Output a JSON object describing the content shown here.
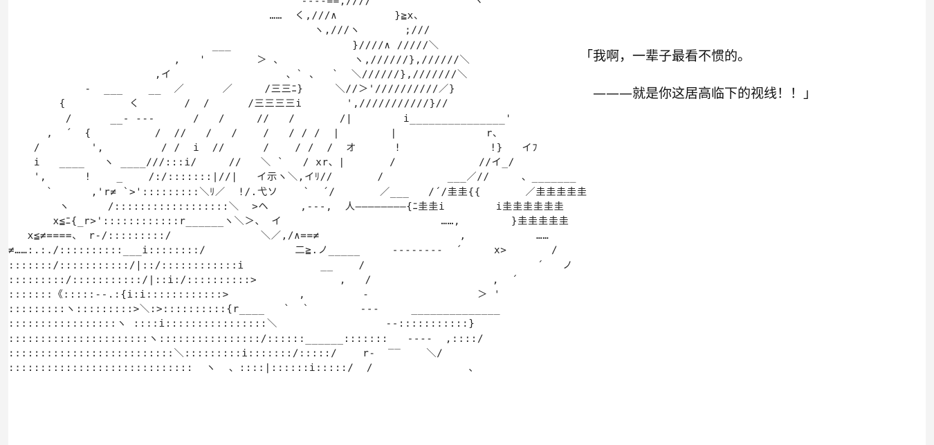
{
  "ascii_art": [
    "                                              ----==,////                ヽ",
    "                                         ……  く,///∧         }≧x、",
    "                                                ヽ,///ヽ       ;///",
    "                                ___                   }////∧ /////＼",
    "                          ,   '        ＞ 、           ヽ,//////},//////＼",
    "                       ,イ                  、` 、  `  ＼//////},///////＼",
    "            -  ___    __  ／      ／     /三三ﾆ}     ＼//＞'//////////／}",
    "        {          く       /  /      /三三三三i       ',///////////}//",
    "         /      __- ---      /   /     //   /       /|        i_______________'",
    "      ,  ´  {          /  //   /   /    /   / / /  |        |              r、",
    "    /        ',         / /  i  //      /    / /  /  オ      !              !}   イﾌ",
    "    i   ____   ヽ ____///:::i/     //   ＼ `   / xr、|       /             //イ_/",
    "    ',      !    _    /:/:::::::|//|   イ示ヽ＼,イﾘ//       /          ___／//     、_______",
    "      `      ,'r≠ `>':::::::::＼ﾘ／  !/.弋ソ    `  ´/       ／___   /´/圭圭{{       ／圭圭圭圭圭",
    "        ヽ      /::::::::::::::::::＼  >ヘ     ,---,  人――――――――{ﾆ圭圭i        i圭圭圭圭圭圭",
    "       x≦ﾆ{_r>'::::::::::::r______ヽ＼＞、 イ                         ……,        }圭圭圭圭圭",
    "   x≦≠====、 r-/:::::::::/              ＼／,/∧==≠                      ,           ……",
    "≠……:.:./::::::::::___i::::::::/              二≧.ノ_____     --------  ´     x>       /",
    ":::::::/:::::::::::/|::/::::::::::::i            __    /                           ´   ノ",
    ":::::::::/:::::::::::/|::i:/::::::::::>             ,   /                   ,  ´",
    ":::::::《:::::--.:{i:i::::::::::::>           ,         -                 ＞ '",
    ":::::::::ヽ:::::::::>＼:>::::::::::{r____   `  `        ---     ______________",
    ":::::::::::::::::ヽ ::::i::::::::::::::::＼                 --:::::::::::}",
    "::::::::::::::::::::::ヽ::::::::::::::::/::::::______:::::::   ----  ,::::/",
    "::::::::::::::::::::::::::＼:::::::::i:::::::/:::::/    r-  ‾‾    ＼/",
    ":::::::::::::::::::::::::::::  ヽ  、::::|::::::i:::::/  /               、"
  ],
  "dialogue": {
    "line_1": "「我啊，一辈子最看不惯的。",
    "line_2": "———就是你这居高临下的视线！！」"
  }
}
